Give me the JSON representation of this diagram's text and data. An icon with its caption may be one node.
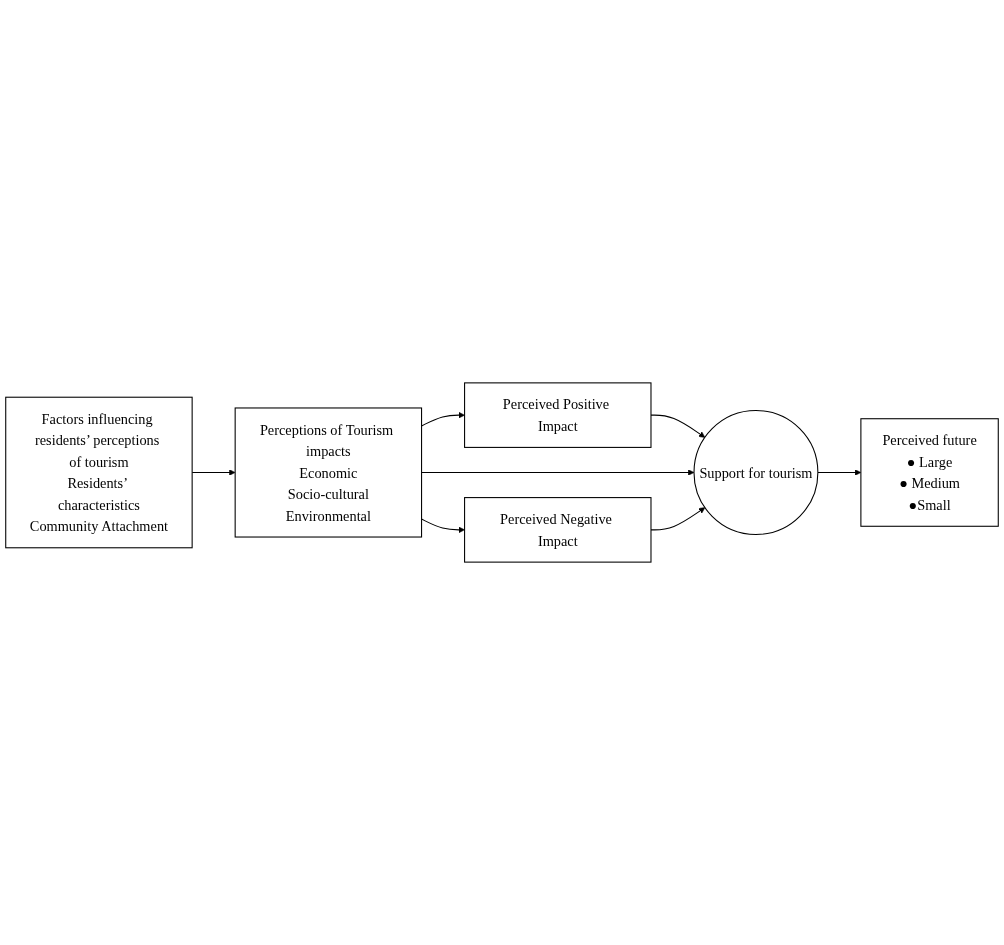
{
  "diagram": {
    "nodes": [
      {
        "text": [
          "Factors influencing residents’ perceptions of tourism",
          "Residents’ characteristics",
          "Community Attachment"
        ]
      },
      {
        "text": [
          "Perceived Positive Impact"
        ]
      },
      {
        "text": [
          "Perceptions of Tourism impacts",
          "Economic",
          "Socio-cultural",
          "Environmental"
        ]
      },
      {
        "text": [
          "Support for tourism"
        ]
      },
      {
        "text": [
          "Perceived future",
          "● Large",
          "● Medium",
          "●Small"
        ]
      },
      {
        "text": [
          "Perceived Negative Impact"
        ]
      }
    ],
    "edges": [
      {
        "from": 0,
        "to": 2,
        "arrow": "to"
      },
      {
        "from": 2,
        "to": 1,
        "arrow": "to"
      },
      {
        "from": 1,
        "to": 3,
        "arrow": "to"
      },
      {
        "from": 2,
        "to": 3,
        "arrow": "to"
      },
      {
        "from": 3,
        "to": 4,
        "arrow": "to"
      },
      {
        "from": 2,
        "to": 5,
        "arrow": "to"
      },
      {
        "from": 5,
        "to": 3,
        "arrow": "to"
      }
    ]
  }
}
